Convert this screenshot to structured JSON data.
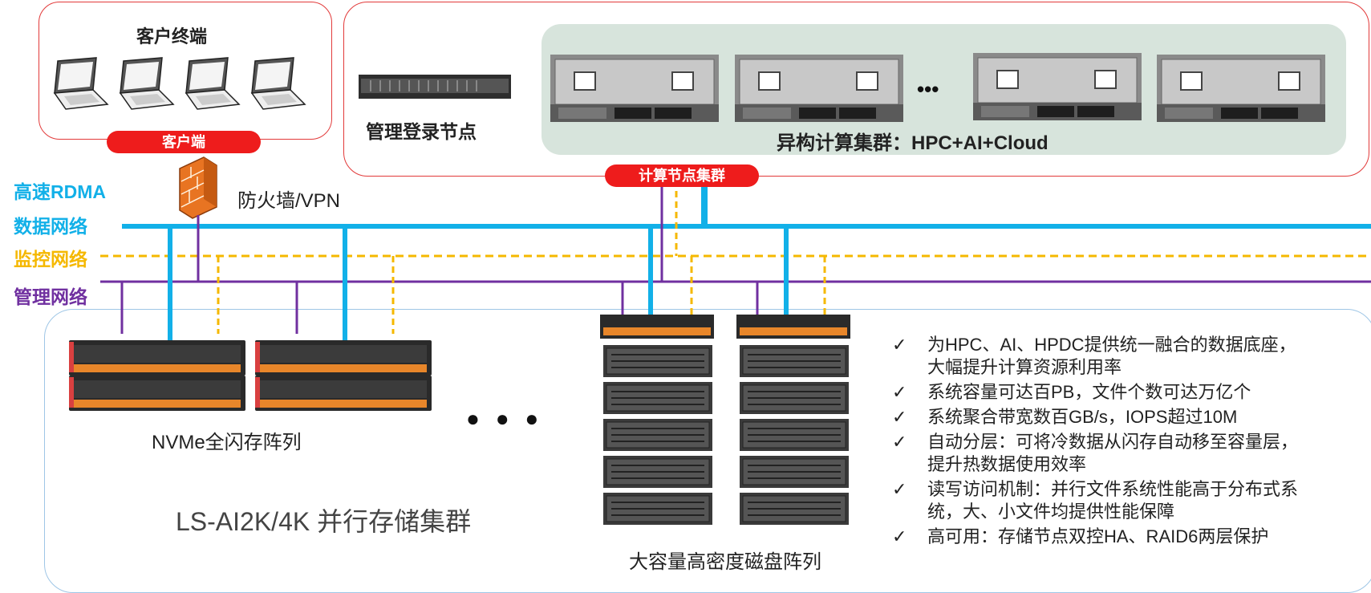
{
  "client": {
    "title": "客户终端",
    "badge": "客户端"
  },
  "compute": {
    "login_node_label": "管理登录节点",
    "cluster_label": "异构计算集群：HPC+AI+Cloud",
    "badge": "计算节点集群",
    "ellipsis": "•••"
  },
  "firewall": {
    "label": "防火墙/VPN"
  },
  "networks": {
    "rdma_line1": "高速RDMA",
    "rdma_line2": "数据网络",
    "monitor": "监控网络",
    "management": "管理网络",
    "colors": {
      "rdma": "#12b0e8",
      "monitor": "#f5b800",
      "management": "#7030a0"
    }
  },
  "storage": {
    "nvme_label": "NVMe全闪存阵列",
    "disk_label": "大容量高密度磁盘阵列",
    "cluster_label": "LS-AI2K/4K 并行存储集群",
    "ellipsis": "● ● ●",
    "features": [
      {
        "line1": "为HPC、AI、HPDC提供统一融合的数据底座，",
        "line2": "大幅提升计算资源利用率"
      },
      {
        "line1": "系统容量可达百PB，文件个数可达万亿个",
        "line2": ""
      },
      {
        "line1": "系统聚合带宽数百GB/s，IOPS超过10M",
        "line2": ""
      },
      {
        "line1": "自动分层：可将冷数据从闪存自动移至容量层，",
        "line2": "提升热数据使用效率"
      },
      {
        "line1": "读写访问机制：并行文件系统性能高于分布式系",
        "line2": "统，大、小文件均提供性能保障"
      },
      {
        "line1": "高可用：存储节点双控HA、RAID6两层保护",
        "line2": ""
      }
    ]
  }
}
